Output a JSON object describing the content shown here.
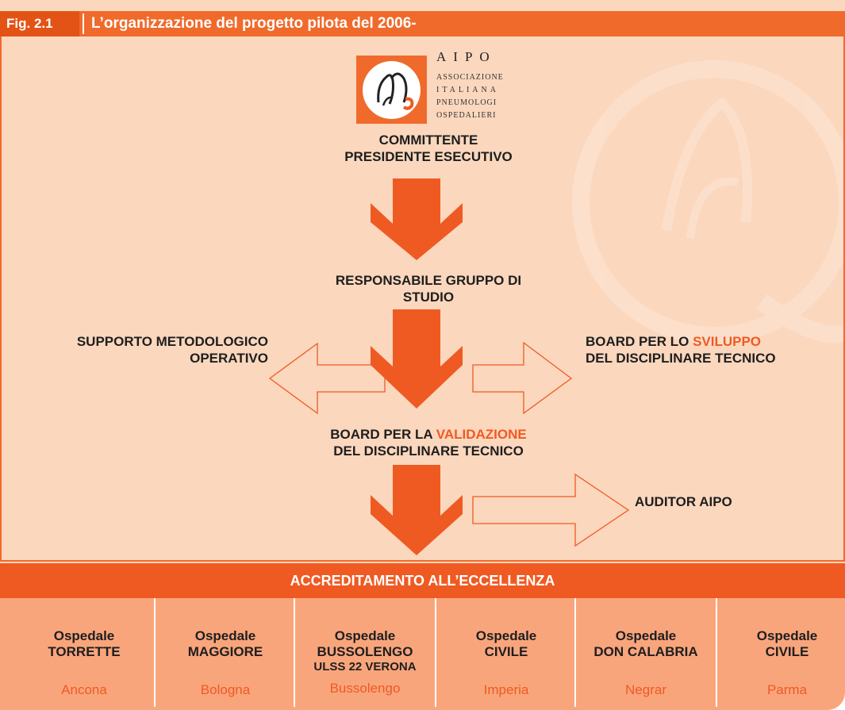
{
  "header": {
    "fig_number": "Fig. 2.1",
    "title": "L’organizzazione del progetto pilota del 2006-"
  },
  "logo": {
    "acronym": "AIPO",
    "lines": [
      "ASSOCIAZIONE",
      "ITALIANA",
      "PNEUMOLOGI",
      "OSPEDALIERI"
    ]
  },
  "nodes": {
    "committente_line1": "COMMITTENTE",
    "committente_line2": "PRESIDENTE ESECUTIVO",
    "responsabile_line1": "RESPONSABILE GRUPPO DI",
    "responsabile_line2": "STUDIO",
    "supporto_line1": "SUPPORTO METODOLOGICO",
    "supporto_line2": "OPERATIVO",
    "board_sviluppo_prefix": "BOARD PER LO ",
    "board_sviluppo_highlight": "SVILUPPO",
    "board_sviluppo_line2": "DEL DISCIPLINARE TECNICO",
    "board_validazione_prefix": "BOARD PER LA ",
    "board_validazione_highlight": "VALIDAZIONE",
    "board_validazione_line2": "DEL DISCIPLINARE TECNICO",
    "auditor": "AUDITOR AIPO"
  },
  "accreditamento": "ACCREDITAMENTO ALL’ECCELLENZA",
  "hospitals": [
    {
      "prefix": "Ospedale",
      "name": "TORRETTE",
      "extra": "",
      "city": "Ancona"
    },
    {
      "prefix": "Ospedale",
      "name": "MAGGIORE",
      "extra": "",
      "city": "Bologna"
    },
    {
      "prefix": "Ospedale",
      "name": "BUSSOLENGO",
      "extra": "ULSS 22 VERONA",
      "city": "Bussolengo"
    },
    {
      "prefix": "Ospedale",
      "name": "CIVILE",
      "extra": "",
      "city": "Imperia"
    },
    {
      "prefix": "Ospedale",
      "name": "DON CALABRIA",
      "extra": "",
      "city": "Negrar"
    },
    {
      "prefix": "Ospedale",
      "name": "CIVILE",
      "extra": "",
      "city": "Parma"
    }
  ],
  "colors": {
    "accent": "#ef5a22",
    "background": "#fbd7bd",
    "hospital_band": "#f9a57c"
  }
}
